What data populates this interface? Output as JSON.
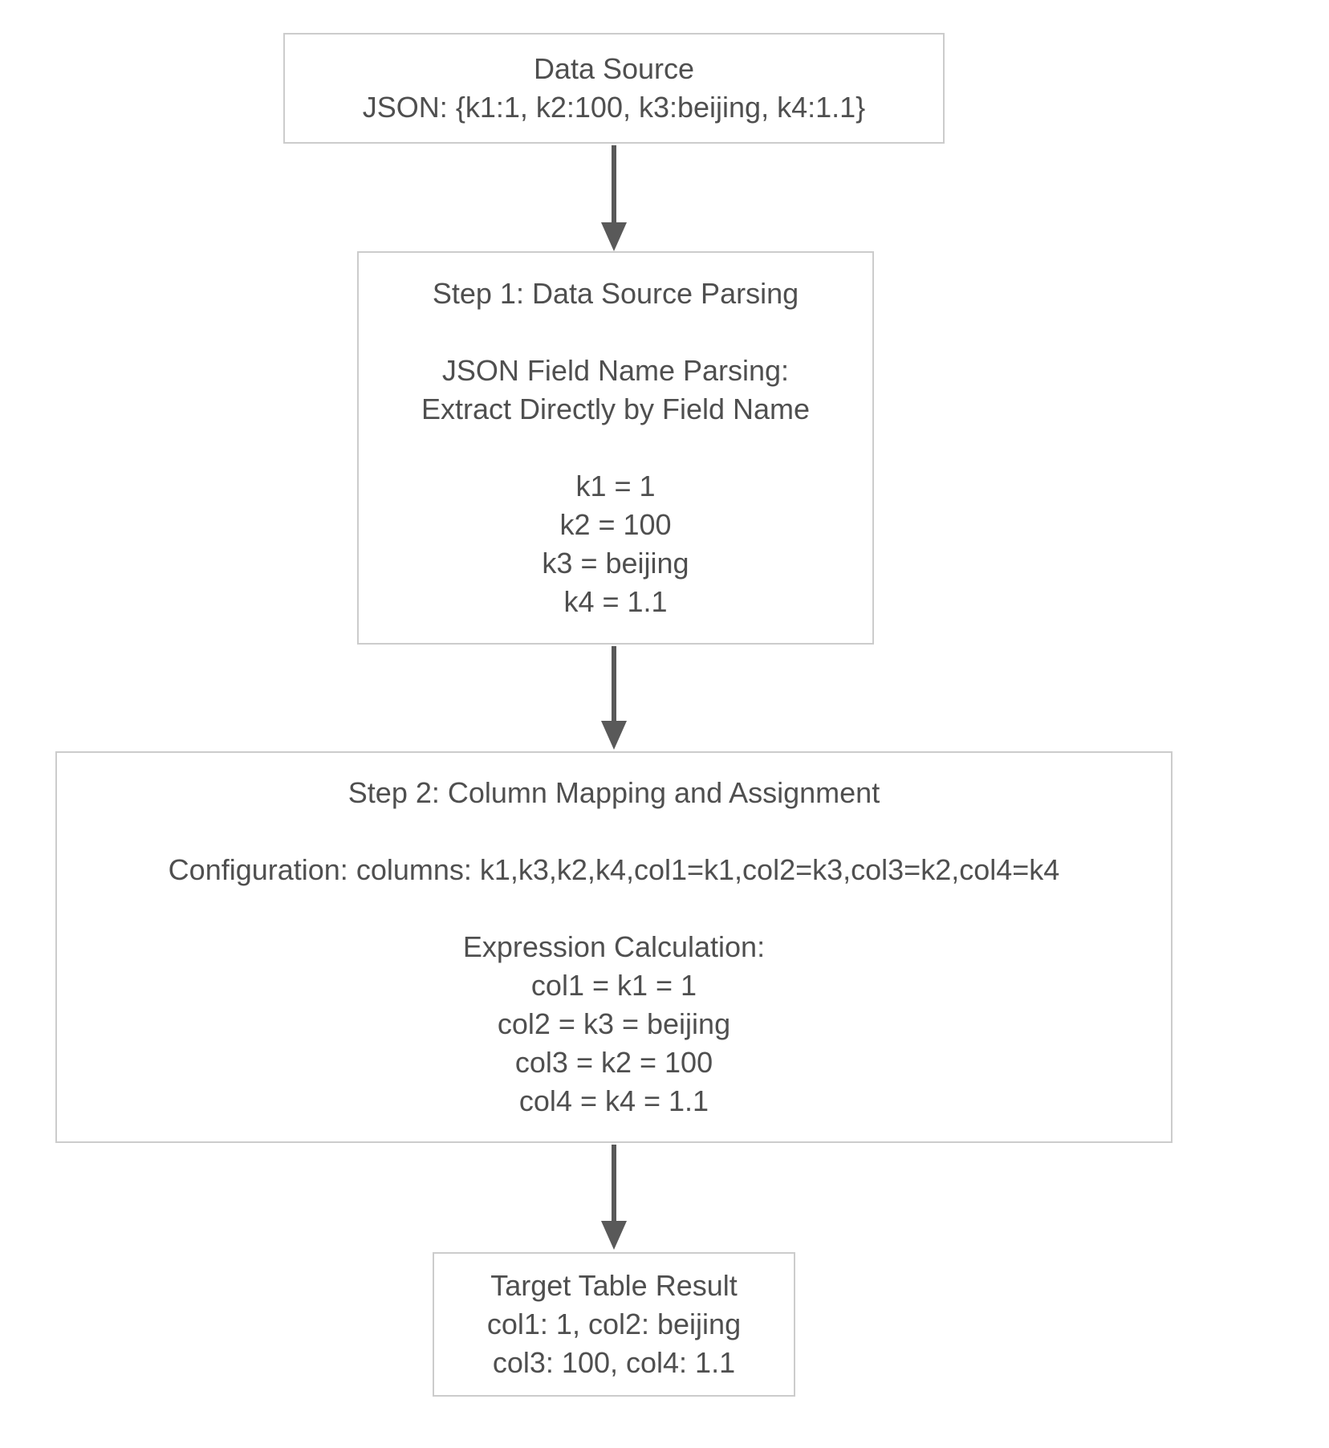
{
  "diagram": {
    "type": "flowchart",
    "direction": "top-down",
    "colors": {
      "background": "#ffffff",
      "node_fill": "#ffffff",
      "node_border": "#cccccc",
      "text": "#4f4f4f",
      "arrow": "#595959"
    }
  },
  "nodes": [
    {
      "id": "data-source",
      "lines": [
        "Data Source",
        "JSON: {k1:1, k2:100, k3:beijing, k4:1.1}"
      ]
    },
    {
      "id": "step1-data-source-parsing",
      "lines": [
        "Step 1: Data Source Parsing",
        "",
        "JSON Field Name Parsing:",
        "Extract Directly by Field Name",
        "",
        "k1 = 1",
        "k2 = 100",
        "k3 = beijing",
        "k4 = 1.1"
      ]
    },
    {
      "id": "step2-column-mapping",
      "lines": [
        "Step 2: Column Mapping and Assignment",
        "",
        "Configuration: columns: k1,k3,k2,k4,col1=k1,col2=k3,col3=k2,col4=k4",
        "",
        "Expression Calculation:",
        "col1 = k1 = 1",
        "col2 = k3 = beijing",
        "col3 = k2 = 100",
        "col4 = k4 = 1.1"
      ]
    },
    {
      "id": "target-table-result",
      "lines": [
        "Target Table Result",
        "col1: 1, col2: beijing",
        "col3: 100, col4: 1.1"
      ]
    }
  ]
}
